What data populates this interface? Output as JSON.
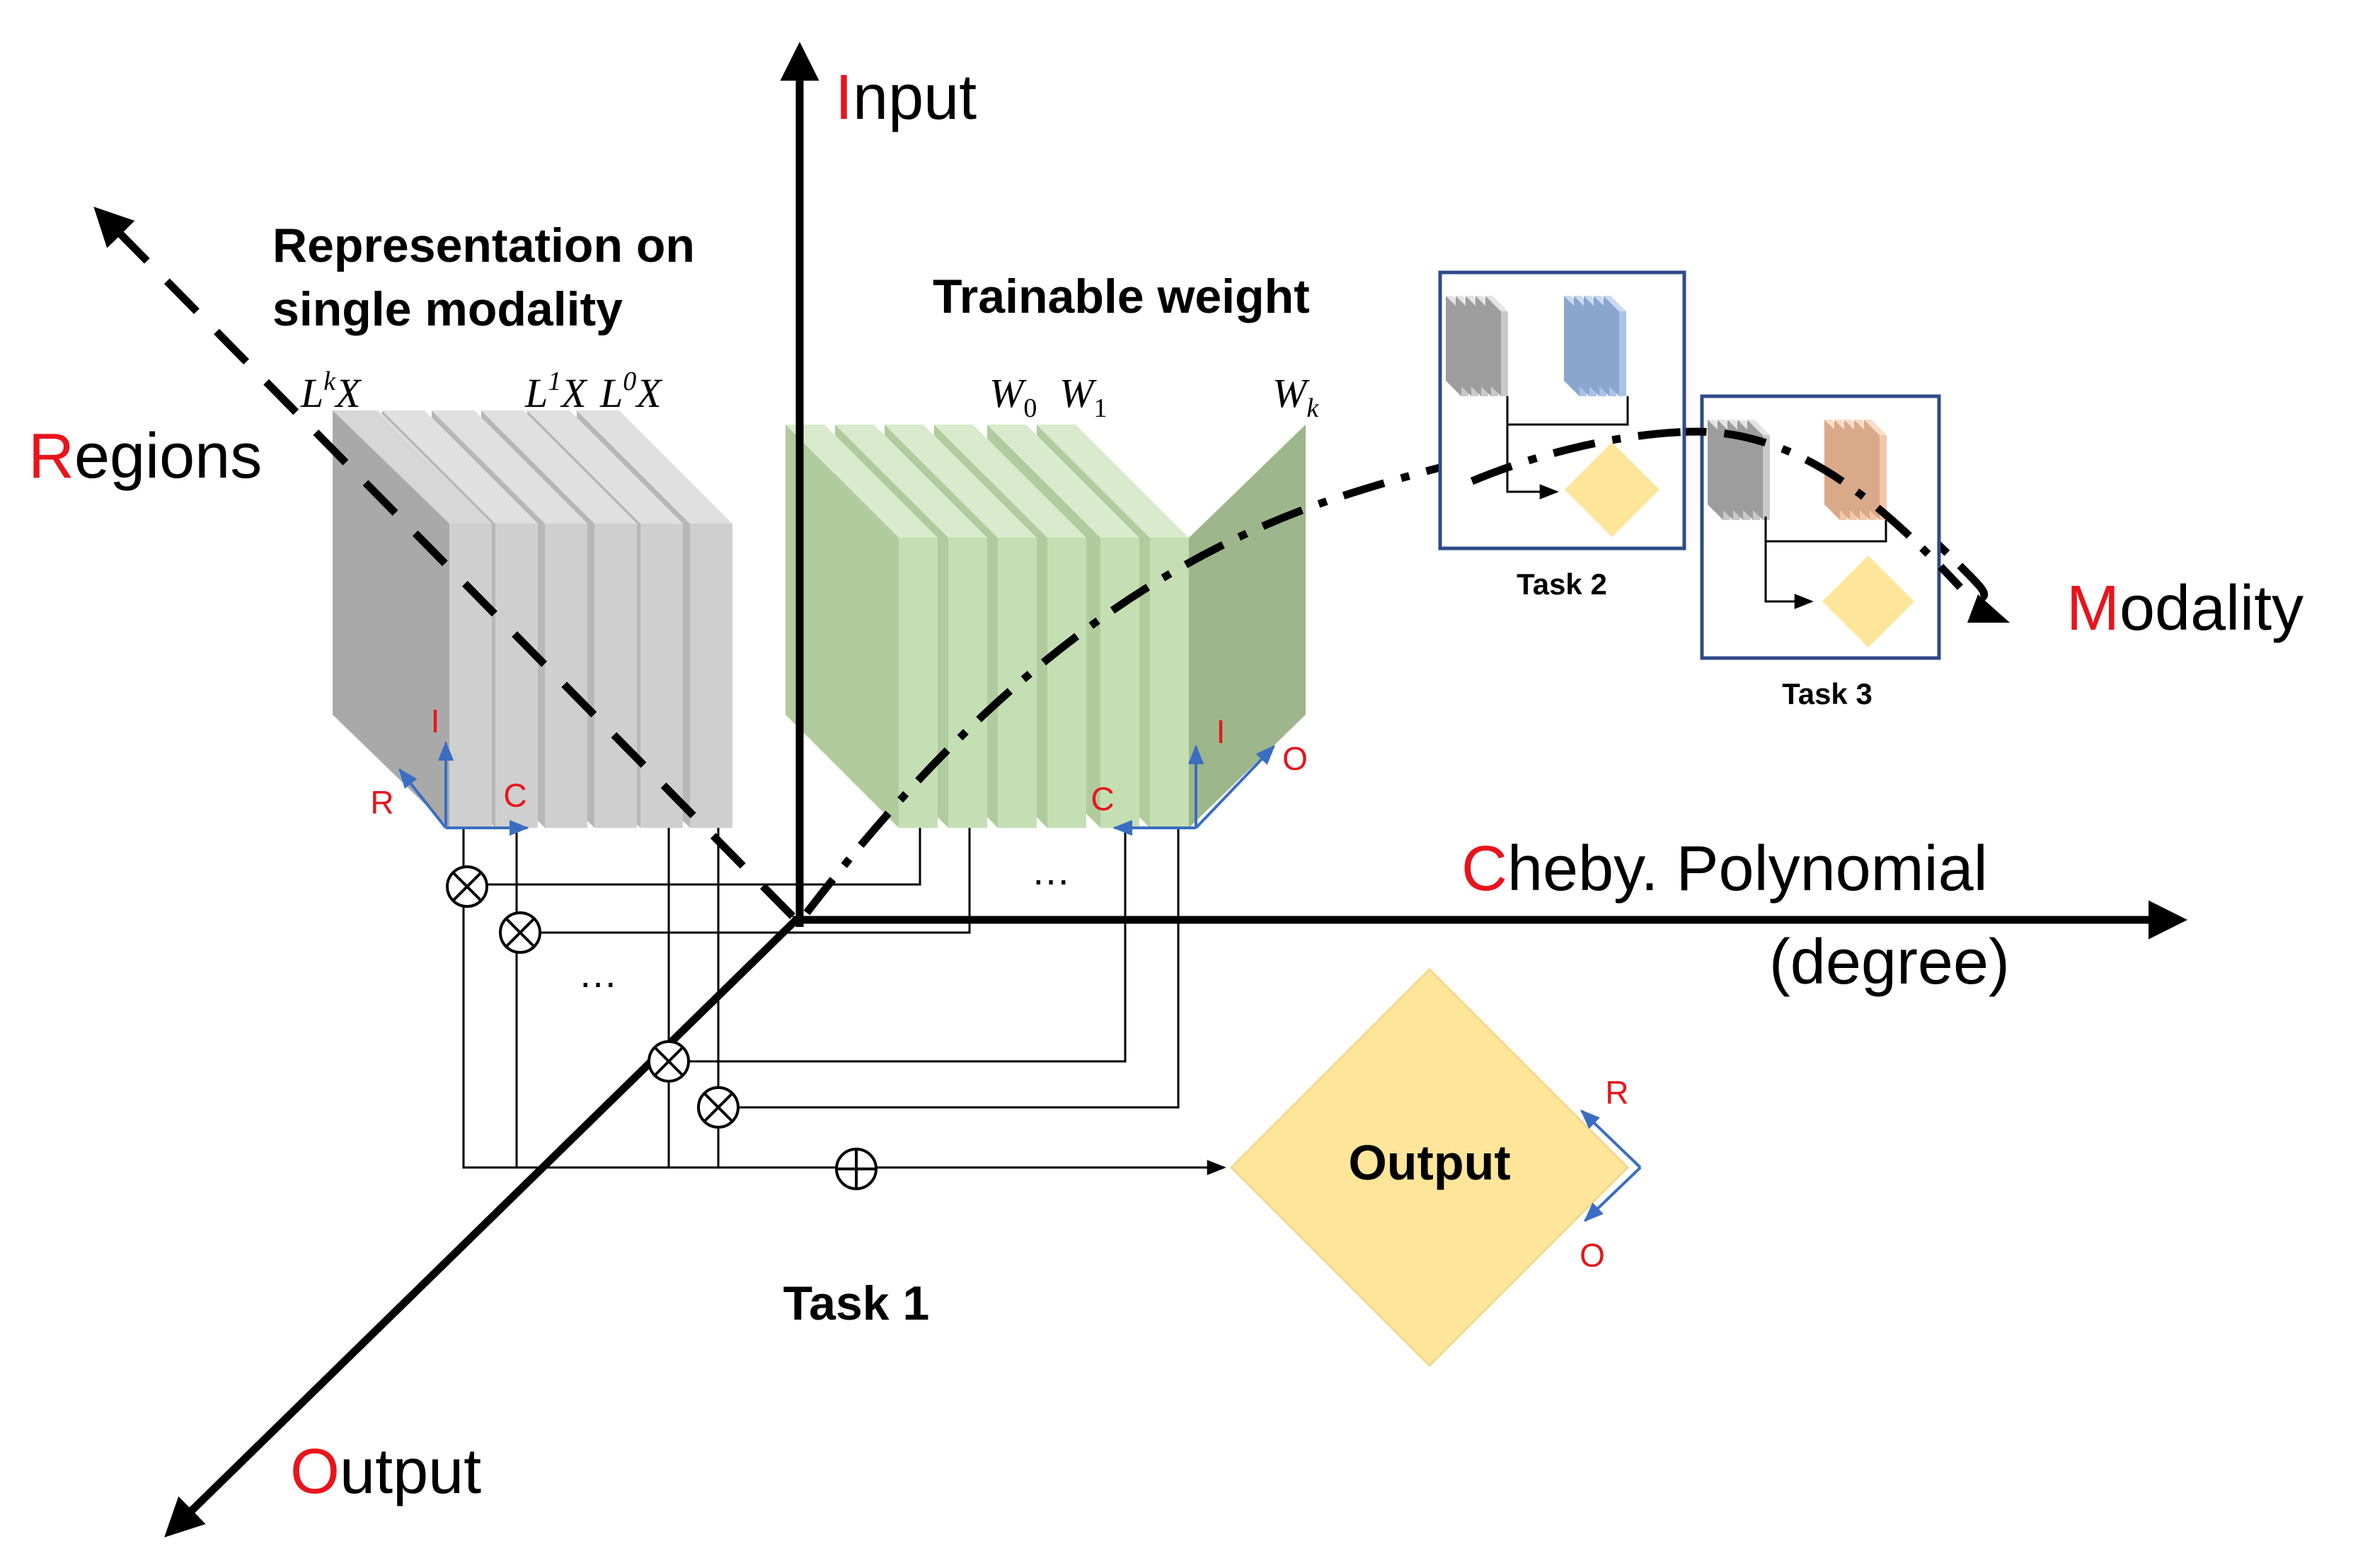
{
  "colors": {
    "accent_red": "#e8141c",
    "axis_blue": "#3a6ec1",
    "box_border": "#2f4a8a",
    "gray_front": "#a9a9a9",
    "gray_slice": "#c9c9c9",
    "green_front": "#c5dfb4",
    "green_side": "#9db68b",
    "yellow": "#fde69a",
    "blue_cube": "#a9c3e6",
    "orange_cube": "#f3c7a9"
  },
  "icons": {
    "multiply": "circled-times-icon",
    "add": "circled-plus-icon"
  },
  "axes": {
    "input": {
      "initial": "I",
      "rest": "nput"
    },
    "regions": {
      "initial": "R",
      "rest": "egions"
    },
    "modality": {
      "initial": "M",
      "rest": "odality"
    },
    "cheby": {
      "initial": "C",
      "rest": "heby. Polynomial",
      "line2": "(degree)"
    },
    "output": {
      "initial": "O",
      "rest": "utput"
    }
  },
  "representation": {
    "title_line1": "Representation on",
    "title_line2": "single modality",
    "label_lk": "L",
    "label_lk_sup": "k",
    "label_lk_var": "X",
    "label_l1": "L",
    "label_l1_sup": "1",
    "label_l1_var": "X",
    "label_l0": "L",
    "label_l0_sup": "0",
    "label_l0_var": "X",
    "axis_i": "I",
    "axis_r": "R",
    "axis_c": "C"
  },
  "weight": {
    "title": "Trainable weight",
    "w0": "W",
    "w0_sub": "0",
    "w1": "W",
    "w1_sub": "1",
    "wk": "W",
    "wk_sub": "k",
    "axis_i": "I",
    "axis_o": "O",
    "axis_c": "C"
  },
  "ellipsis": "…",
  "output_box": {
    "label": "Output",
    "axis_r": "R",
    "axis_o": "O"
  },
  "tasks": {
    "task1": "Task 1",
    "task2": "Task 2",
    "task3": "Task 3"
  }
}
